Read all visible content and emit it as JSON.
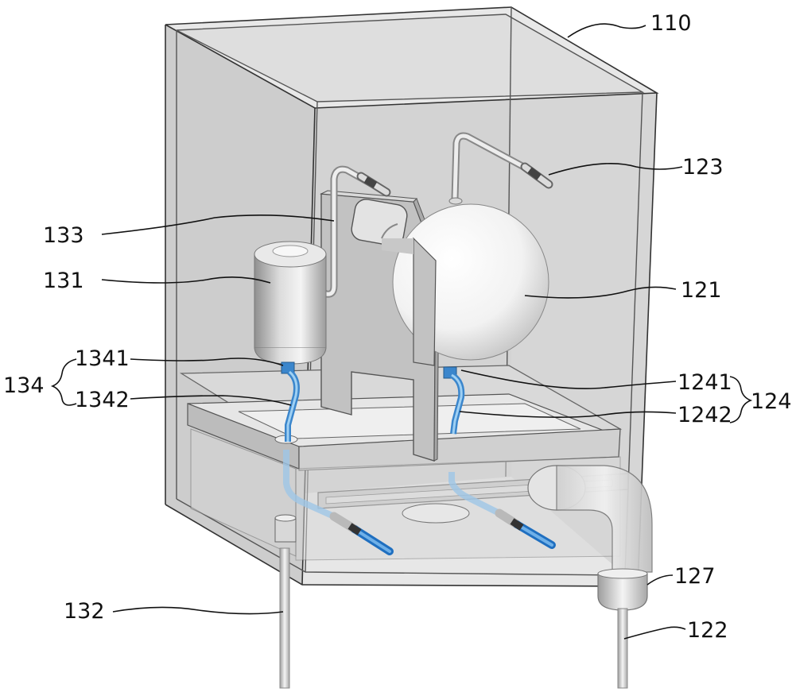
{
  "labels": {
    "l110": "110",
    "l123": "123",
    "l133": "133",
    "l131": "131",
    "l121": "121",
    "l1341": "1341",
    "l134": "134",
    "l1342": "1342",
    "l1241": "1241",
    "l124": "124",
    "l1242": "1242",
    "l127": "127",
    "l132": "132",
    "l122": "122"
  }
}
